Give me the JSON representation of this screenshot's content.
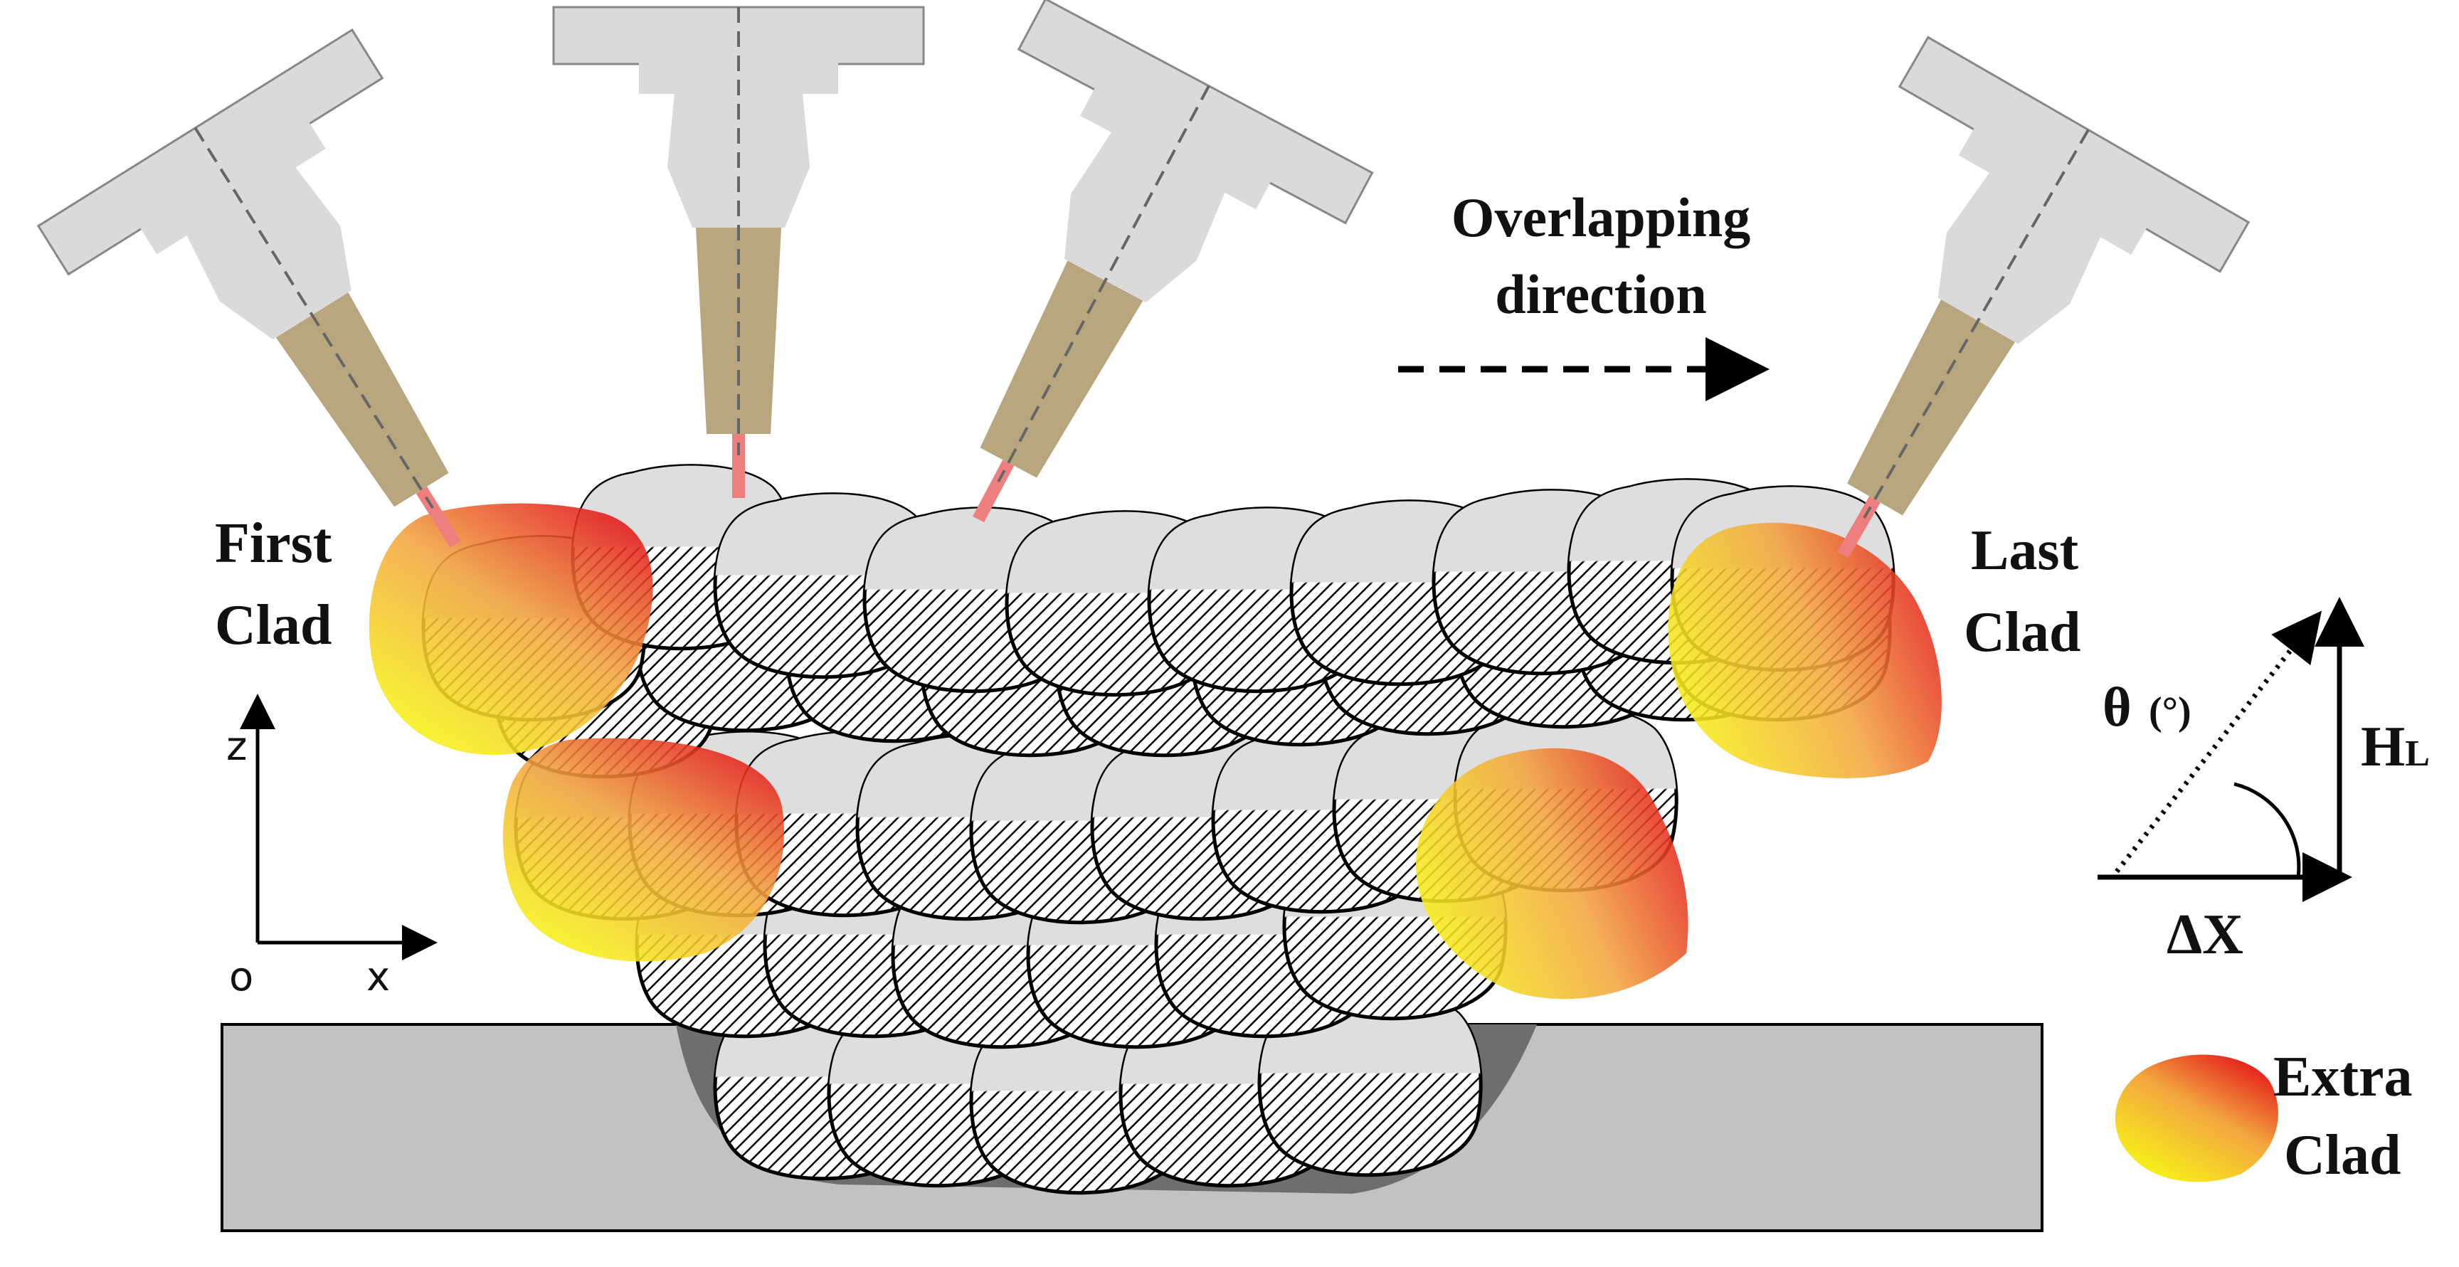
{
  "labels": {
    "first_clad": [
      "First",
      "Clad"
    ],
    "last_clad": [
      "Last",
      "Clad"
    ],
    "overlapping_direction": [
      "Overlapping",
      "direction"
    ],
    "extra_clad": [
      "Extra",
      "Clad"
    ],
    "theta": "θ",
    "theta_unit": "(°)",
    "delta_x": "ΔX",
    "height_layer_main": "H",
    "height_layer_sub": "L"
  },
  "axes": {
    "z": "z",
    "x": "x",
    "origin": "o"
  },
  "colors": {
    "substrate": "#c2c2c2",
    "heat_affected_zone": "#6e6e6e",
    "clad_top": "#dedede",
    "nozzle_body": "#dadada",
    "nozzle_tip": "#b8a77e",
    "laser_beam": "#ef7f7f",
    "extra_clad_red": "#e02020",
    "extra_clad_yellow": "#f6f210"
  }
}
